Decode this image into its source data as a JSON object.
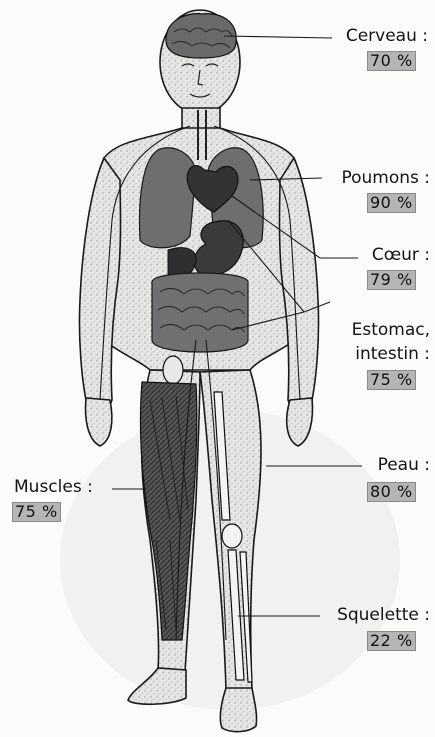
{
  "labels": {
    "cerveau": {
      "name": "Cerveau :",
      "value": "70 %"
    },
    "poumons": {
      "name": "Poumons :",
      "value": "90 %"
    },
    "coeur": {
      "name": "Cœur :",
      "value": "79 %"
    },
    "estomac": {
      "name_line1": "Estomac,",
      "name_line2": "intestin :",
      "value": "75 %"
    },
    "peau": {
      "name": "Peau :",
      "value": "80 %"
    },
    "muscles": {
      "name": "Muscles :",
      "value": "75 %"
    },
    "squelette": {
      "name": "Squelette :",
      "value": "22 %"
    }
  },
  "colors": {
    "ink": "#141414",
    "organ_dark": "#3a3a3a",
    "organ_mid": "#6e6e6e",
    "body_fill": "#e4e4e2",
    "badge": "#b5b5b5"
  }
}
